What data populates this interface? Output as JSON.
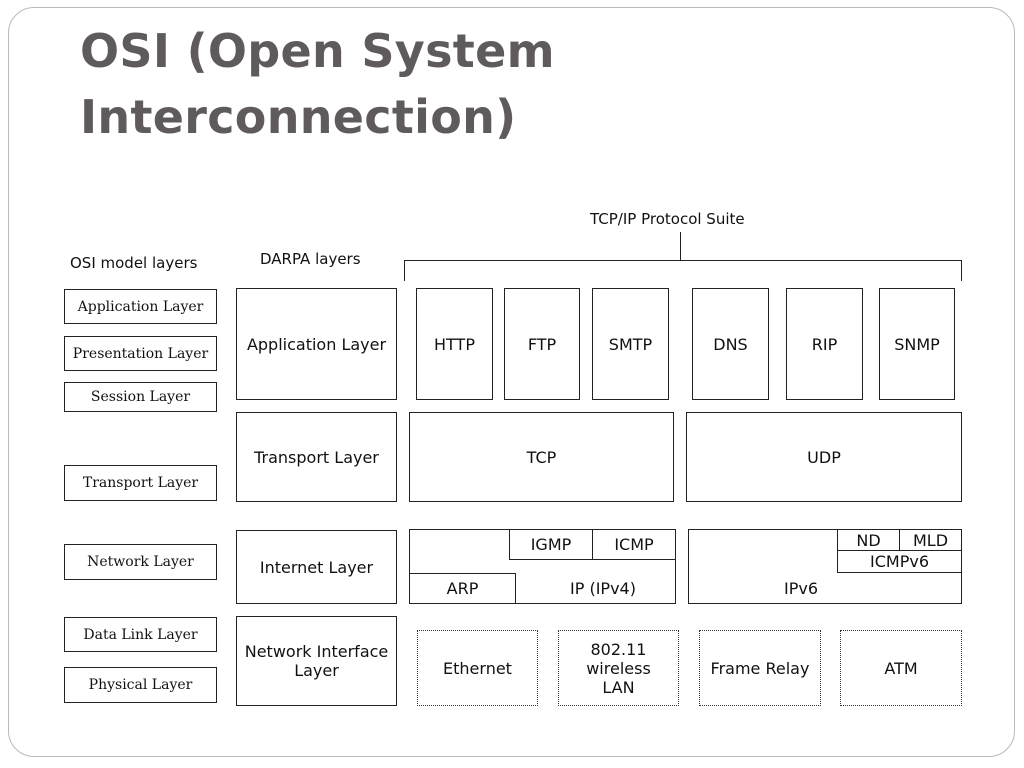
{
  "title": {
    "line1": "OSI (Open System",
    "line2": "Interconnection)"
  },
  "labels": {
    "osi_heading": "OSI model layers",
    "darpa_heading": "DARPA layers",
    "suite_heading": "TCP/IP Protocol Suite"
  },
  "osi_layers": [
    "Application Layer",
    "Presentation Layer",
    "Session Layer",
    "Transport Layer",
    "Network Layer",
    "Data Link Layer",
    "Physical Layer"
  ],
  "darpa_layers": [
    "Application Layer",
    "Transport Layer",
    "Internet Layer",
    "Network Interface Layer"
  ],
  "application_protocols": [
    "HTTP",
    "FTP",
    "SMTP",
    "DNS",
    "RIP",
    "SNMP"
  ],
  "transport_protocols": [
    "TCP",
    "UDP"
  ],
  "internet_ipv4": {
    "igmp": "IGMP",
    "icmp": "ICMP",
    "arp": "ARP",
    "ip": "IP (IPv4)"
  },
  "internet_ipv6": {
    "nd": "ND",
    "mld": "MLD",
    "icmpv6": "ICMPv6",
    "ipv6": "IPv6"
  },
  "network_interface": [
    "Ethernet",
    "802.11 wireless LAN",
    "Frame Relay",
    "ATM"
  ]
}
